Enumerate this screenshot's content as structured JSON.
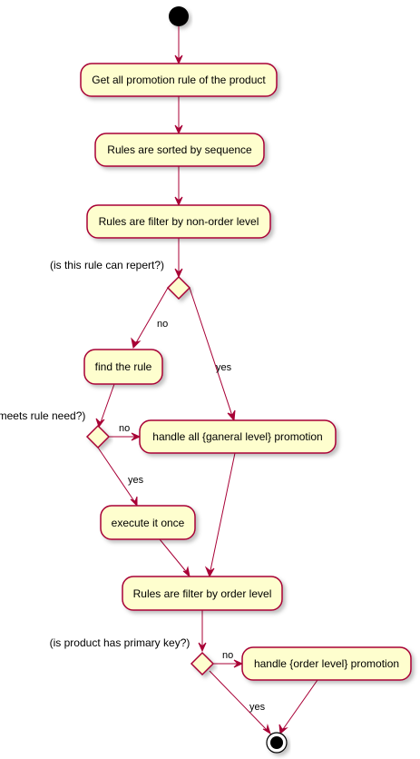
{
  "activities": {
    "get_rules": "Get all promotion rule of the product",
    "sort_rules": "Rules are sorted by sequence",
    "filter_non_order": "Rules are filter by non-order level",
    "find_rule": "find the rule",
    "handle_general": "handle all {ganeral level} promotion",
    "execute_once": "execute it once",
    "filter_order": "Rules are filter by order level",
    "handle_order": "handle {order level} promotion"
  },
  "decisions": {
    "repeat_question": "(is this rule can repert?)",
    "meets_question": "(meets rule need?)",
    "primary_key_question": "(is product has primary key?)"
  },
  "branch_labels": {
    "repeat_no": "no",
    "repeat_yes": "yes",
    "meets_no": "no",
    "meets_yes": "yes",
    "pk_no": "no",
    "pk_yes": "yes"
  },
  "colors": {
    "node_fill": "#FEFECE",
    "border": "#A80036",
    "start": "#000000"
  }
}
